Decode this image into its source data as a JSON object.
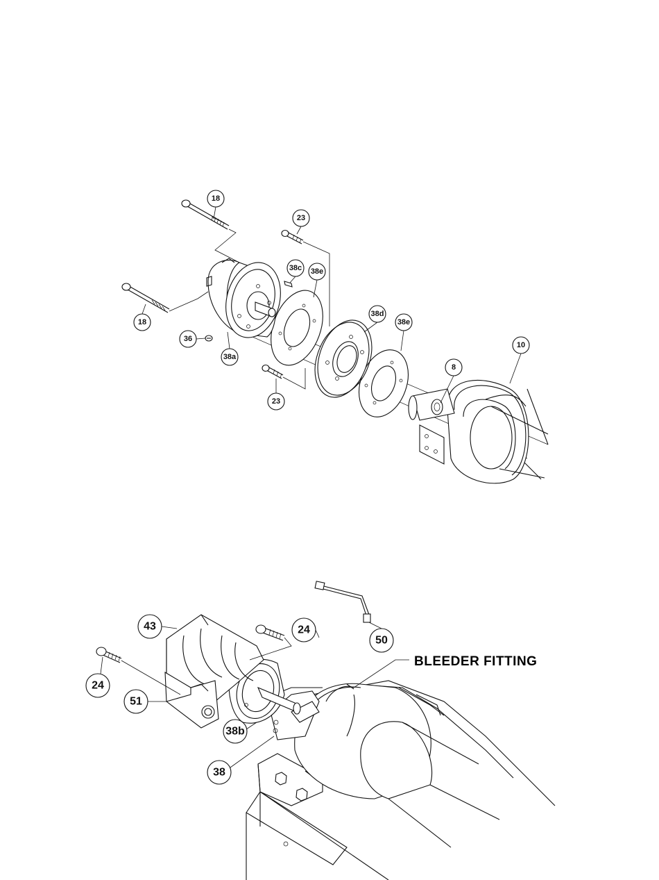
{
  "diagram_top": {
    "labels": [
      "18",
      "18",
      "23",
      "23",
      "36",
      "38a",
      "38c",
      "38e",
      "38d",
      "38e",
      "8",
      "10"
    ]
  },
  "diagram_bottom": {
    "labels": [
      "43",
      "24",
      "24",
      "51",
      "38b",
      "38",
      "50"
    ],
    "callout": "BLEEDER FITTING"
  }
}
